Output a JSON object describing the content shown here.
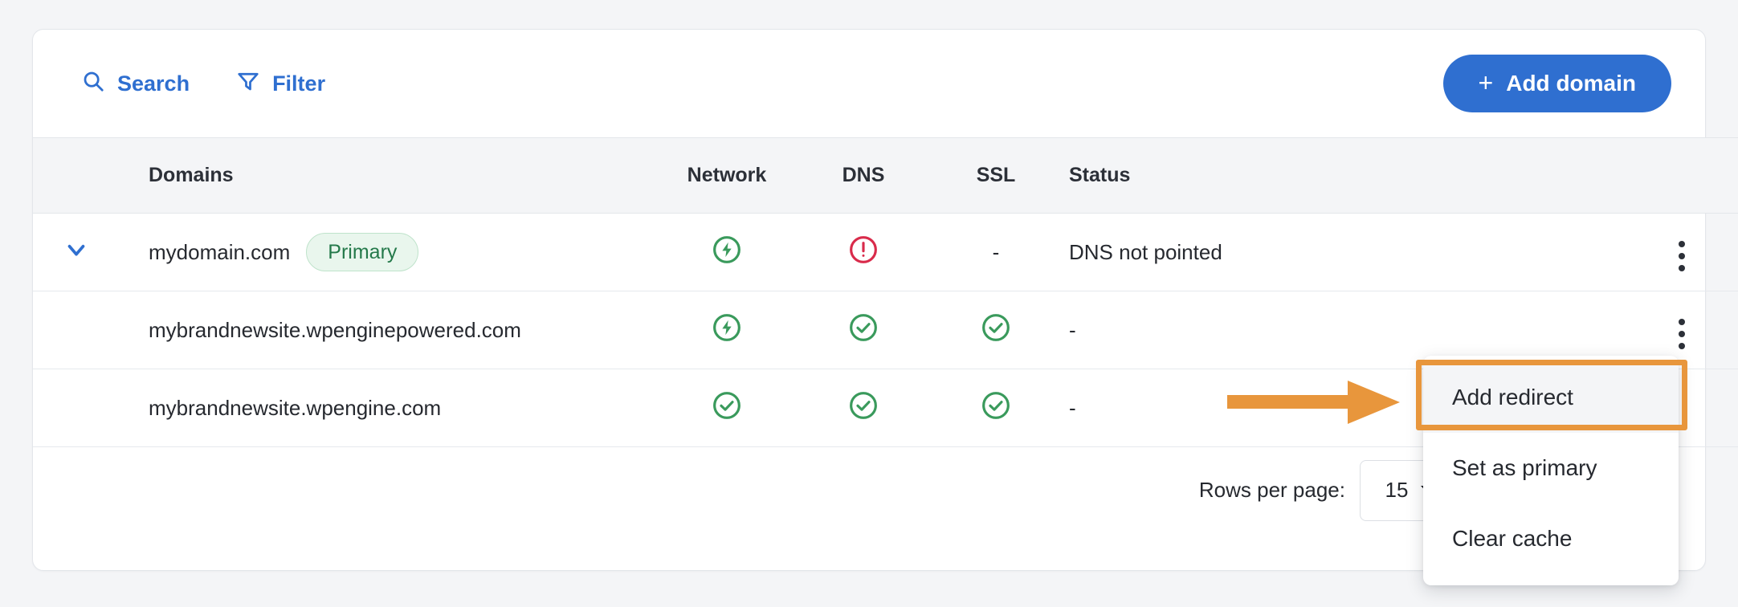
{
  "toolbar": {
    "search_label": "Search",
    "search_icon": "search-icon",
    "filter_label": "Filter",
    "filter_icon": "filter-icon",
    "add_domain_label": "Add domain",
    "add_domain_plus": "+"
  },
  "table": {
    "columns": [
      "Domains",
      "Network",
      "DNS",
      "SSL",
      "Status"
    ],
    "rows": [
      {
        "domain": "mydomain.com",
        "badge": "Primary",
        "network": "bolt-ok",
        "dns": "error",
        "ssl": "none",
        "ssl_text": "-",
        "status": "DNS not pointed",
        "expandable": true,
        "has_kebab": true
      },
      {
        "domain": "mybrandnewsite.wpenginepowered.com",
        "badge": "",
        "network": "bolt-ok",
        "dns": "check-ok",
        "ssl": "check-ok",
        "ssl_text": "",
        "status": "-",
        "expandable": false,
        "has_kebab": true
      },
      {
        "domain": "mybrandnewsite.wpengine.com",
        "badge": "",
        "network": "check-ok",
        "dns": "check-ok",
        "ssl": "check-ok",
        "ssl_text": "",
        "status": "-",
        "expandable": false,
        "has_kebab": false
      }
    ]
  },
  "footer": {
    "rows_per_page_label": "Rows per page:",
    "rows_per_page_value": "15"
  },
  "menu": {
    "items": [
      {
        "label": "Add redirect",
        "highlighted": true
      },
      {
        "label": "Set as primary",
        "highlighted": false
      },
      {
        "label": "Clear cache",
        "highlighted": false
      }
    ]
  },
  "colors": {
    "accent_blue": "#2f6fd0",
    "success_green": "#3a9a5c",
    "error_red": "#d92b4b",
    "annotation_orange": "#e8963c",
    "page_background": "#f4f5f7",
    "badge_green_bg": "#e9f6ed",
    "badge_green_text": "#24794a"
  }
}
